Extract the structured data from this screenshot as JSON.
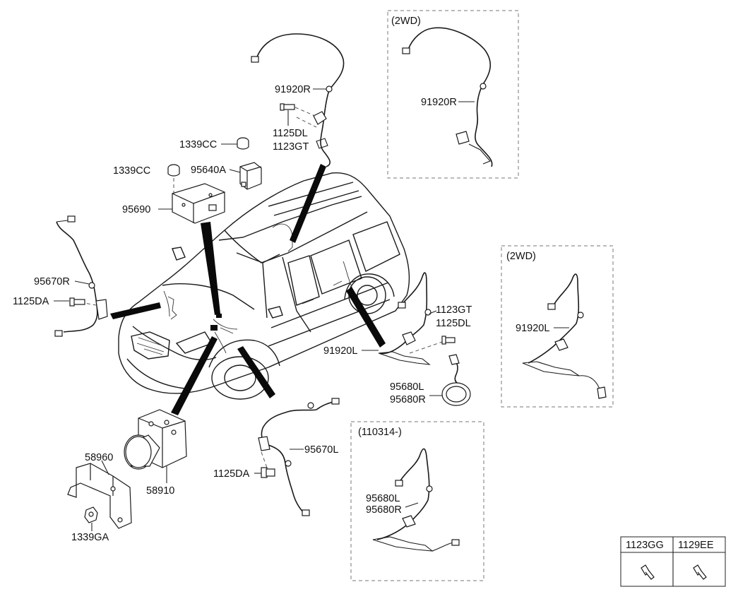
{
  "callouts": {
    "c91920R_top": "91920R",
    "c1125DL_top": "1125DL",
    "c1123GT_top": "1123GT",
    "c1339CC_a": "1339CC",
    "c1339CC_b": "1339CC",
    "c95640A": "95640A",
    "c95690": "95690",
    "c95670R": "95670R",
    "c1125DA_left": "1125DA",
    "c1123GT_right": "1123GT",
    "c1125DL_right": "1125DL",
    "c91920L": "91920L",
    "c95680L": "95680L",
    "c95680R": "95680R",
    "c95670L": "95670L",
    "c1125DA_mid": "1125DA",
    "c58960": "58960",
    "c58910": "58910",
    "c1339GA": "1339GA"
  },
  "inset_2wd_top": {
    "title": "(2WD)",
    "label": "91920R"
  },
  "inset_2wd_right": {
    "title": "(2WD)",
    "label": "91920L"
  },
  "inset_110314": {
    "title": "(110314-)",
    "label_l": "95680L",
    "label_r": "95680R"
  },
  "fastener_table": {
    "headers": [
      "1123GG",
      "1129EE"
    ]
  }
}
